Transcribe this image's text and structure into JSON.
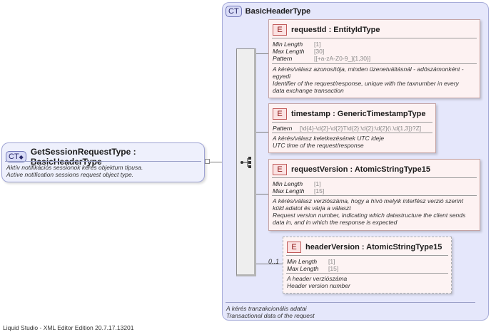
{
  "left_type": {
    "badge": "CT",
    "title": "GetSessionRequestType : BasicHeaderType",
    "doc_line1": "Aktív notifikációs sessionok kérés objektum típusa.",
    "doc_line2": "Active notification sessions request object type."
  },
  "basic_header": {
    "badge": "CT",
    "title": "BasicHeaderType",
    "doc_line1": "A kérés tranzakcionális adatai",
    "doc_line2": "Transactional data of the request"
  },
  "elements": [
    {
      "badge": "E",
      "title": "requestId : EntityIdType",
      "facets": [
        {
          "name": "Min Length",
          "value": "[1]"
        },
        {
          "name": "Max Length",
          "value": "[30]"
        },
        {
          "name": "Pattern",
          "value": "[[+a-zA-Z0-9_]{1,30}]"
        }
      ],
      "doc": [
        "A kérés/válasz azonosítója, minden üzenetváltásnál - adószámonként -",
        "egyedi",
        "Identifier of the request/response, unique with the taxnumber in every",
        "data exchange transaction"
      ]
    },
    {
      "badge": "E",
      "title": "timestamp : GenericTimestampType",
      "facets": [
        {
          "name": "Pattern",
          "value": "[\\d{4}-\\d{2}-\\d{2}T\\d{2}:\\d{2}:\\d{2}(\\.\\d{1,3})?Z]"
        }
      ],
      "doc": [
        "A kérés/válasz keletkezésének UTC ideje",
        "UTC time of the request/response"
      ]
    },
    {
      "badge": "E",
      "title": "requestVersion : AtomicStringType15",
      "facets": [
        {
          "name": "Min Length",
          "value": "[1]"
        },
        {
          "name": "Max Length",
          "value": "[15]"
        }
      ],
      "doc": [
        "A kérés/válasz verziószáma, hogy a hívó melyik interfész verzió szerint",
        "küld adatot és várja a választ",
        "Request version number, indicating which datastructure the client sends",
        "data in, and in which the response is expected"
      ]
    },
    {
      "badge": "E",
      "title": "headerVersion : AtomicStringType15",
      "facets": [
        {
          "name": "Min Length",
          "value": "[1]"
        },
        {
          "name": "Max Length",
          "value": "[15]"
        }
      ],
      "doc": [
        "A header verziószáma",
        "Header version number"
      ]
    }
  ],
  "occurs": "0..1",
  "footer": "Liquid Studio - XML Editor Edition 20.7.17.13201"
}
